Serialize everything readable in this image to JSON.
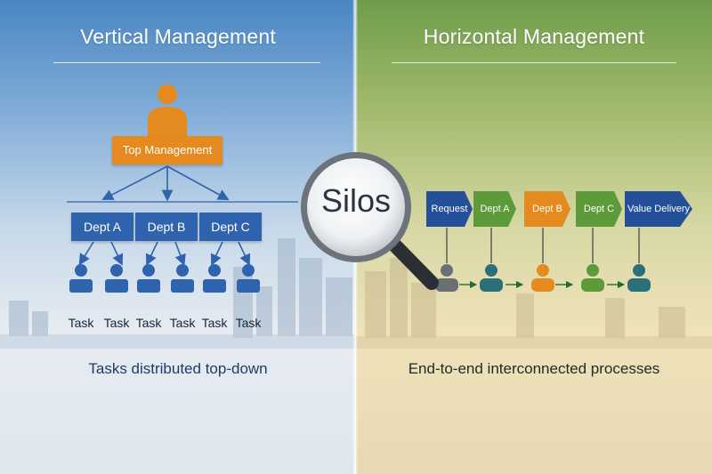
{
  "left": {
    "title": "Vertical Management",
    "top_box": "Top Management",
    "depts": [
      "Dept A",
      "Dept B",
      "Dept C"
    ],
    "tasks": [
      "Task",
      "Task",
      "Task",
      "Task",
      "Task",
      "Task"
    ],
    "footer": "Tasks distributed top-down"
  },
  "right": {
    "title": "Horizontal Management",
    "steps": [
      "Request",
      "Dept A",
      "Dept B",
      "Dept C",
      "Value Delivery"
    ],
    "footer": "End-to-end interconnected processes"
  },
  "center": {
    "label": "Silos"
  },
  "colors": {
    "orange": "#e48a1e",
    "blue": "#2f63ad",
    "green": "#5c9a3a",
    "teal": "#2a6f7a",
    "gray": "#6a6f74",
    "navy": "#24509a"
  }
}
